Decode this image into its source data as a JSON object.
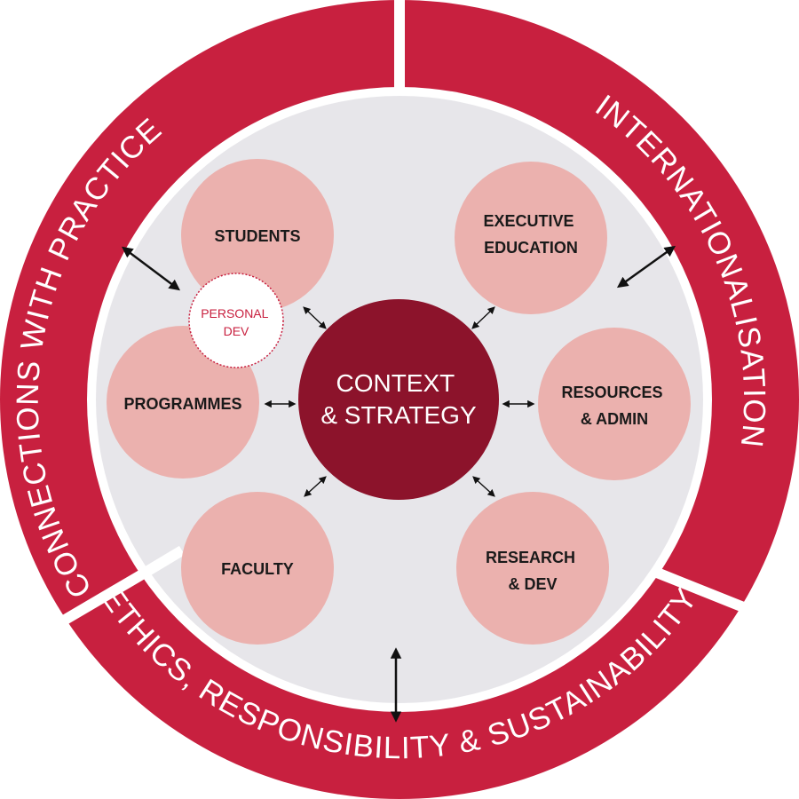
{
  "colors": {
    "ring": "#c8203f",
    "inner": "#e7e6ea",
    "node": "#ebb1ae",
    "center": "#8c132b",
    "personal_dev_border": "#c8203f",
    "arrow": "#111111"
  },
  "ring_labels": {
    "connections": "CONNECTIONS WITH PRACTICE",
    "international": "INTERNATIONALISATION",
    "ethics": "ETHICS, RESPONSIBILITY & SUSTAINABILITY"
  },
  "center": {
    "line1": "CONTEXT",
    "line2": "& STRATEGY"
  },
  "nodes": {
    "students": {
      "line1": "STUDENTS"
    },
    "executive": {
      "line1": "EXECUTIVE",
      "line2": "EDUCATION"
    },
    "programmes": {
      "line1": "PROGRAMMES"
    },
    "resources": {
      "line1": "RESOURCES",
      "line2": "& ADMIN"
    },
    "faculty": {
      "line1": "FACULTY"
    },
    "research": {
      "line1": "RESEARCH",
      "line2": "& DEV"
    }
  },
  "personal_dev": {
    "line1": "PERSONAL",
    "line2": "DEV"
  }
}
